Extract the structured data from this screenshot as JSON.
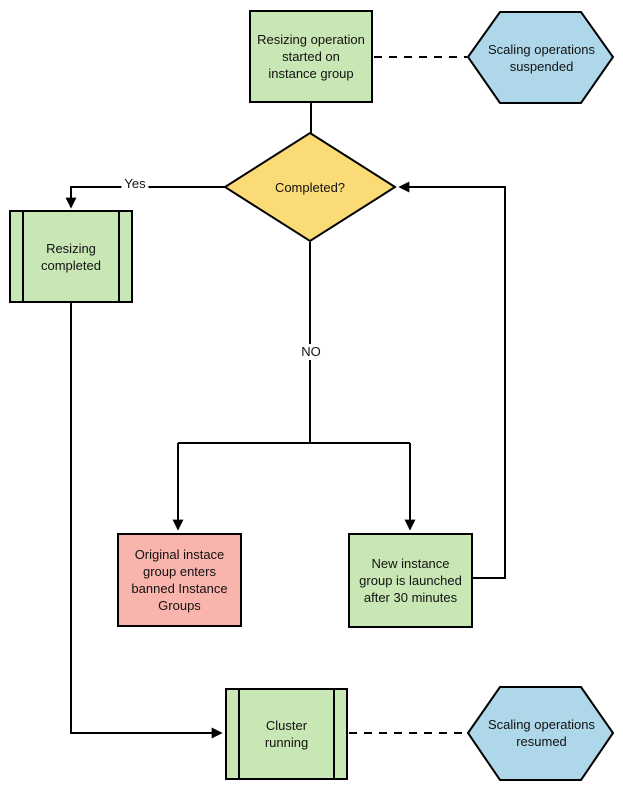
{
  "diagram": {
    "type": "flowchart",
    "colors": {
      "process_green": "#c9e7b5",
      "terminator_blue": "#aed8ea",
      "decision_yellow": "#fbdb76",
      "alert_red": "#f9b4ad",
      "line": "#000000",
      "background": "#ffffff"
    },
    "nodes": {
      "resize_start": {
        "shape": "process-rectangle",
        "fill": "#c9e7b5",
        "label": "Resizing operation started on instance group",
        "lines": [
          "Resizing operation",
          "started on",
          "instance group"
        ]
      },
      "scaling_suspended": {
        "shape": "hexagon",
        "fill": "#aed8ea",
        "label": "Scaling operations suspended",
        "lines": [
          "Scaling operations",
          "suspended"
        ]
      },
      "completed_decision": {
        "shape": "decision-diamond",
        "fill": "#fbdb76",
        "label": "Completed?",
        "lines": [
          "Completed?"
        ]
      },
      "resizing_completed": {
        "shape": "predefined-process",
        "fill": "#c9e7b5",
        "label": "Resizing completed",
        "lines": [
          "Resizing",
          "completed"
        ]
      },
      "banned_group": {
        "shape": "process-rectangle",
        "fill": "#f9b4ad",
        "label": "Original instace group enters banned Instance Groups",
        "lines": [
          "Original instace",
          "group enters",
          "banned Instance",
          "Groups"
        ]
      },
      "new_group": {
        "shape": "process-rectangle",
        "fill": "#c9e7b5",
        "label": "New instance group is launched after 30 minutes",
        "lines": [
          "New instance",
          "group is launched",
          "after 30 minutes"
        ]
      },
      "cluster_running": {
        "shape": "predefined-process",
        "fill": "#c9e7b5",
        "label": "Cluster running",
        "lines": [
          "Cluster",
          "running"
        ]
      },
      "scaling_resumed": {
        "shape": "hexagon",
        "fill": "#aed8ea",
        "label": "Scaling operations resumed",
        "lines": [
          "Scaling operations",
          "resumed"
        ]
      }
    },
    "edge_labels": {
      "yes": "Yes",
      "no": "NO"
    }
  }
}
